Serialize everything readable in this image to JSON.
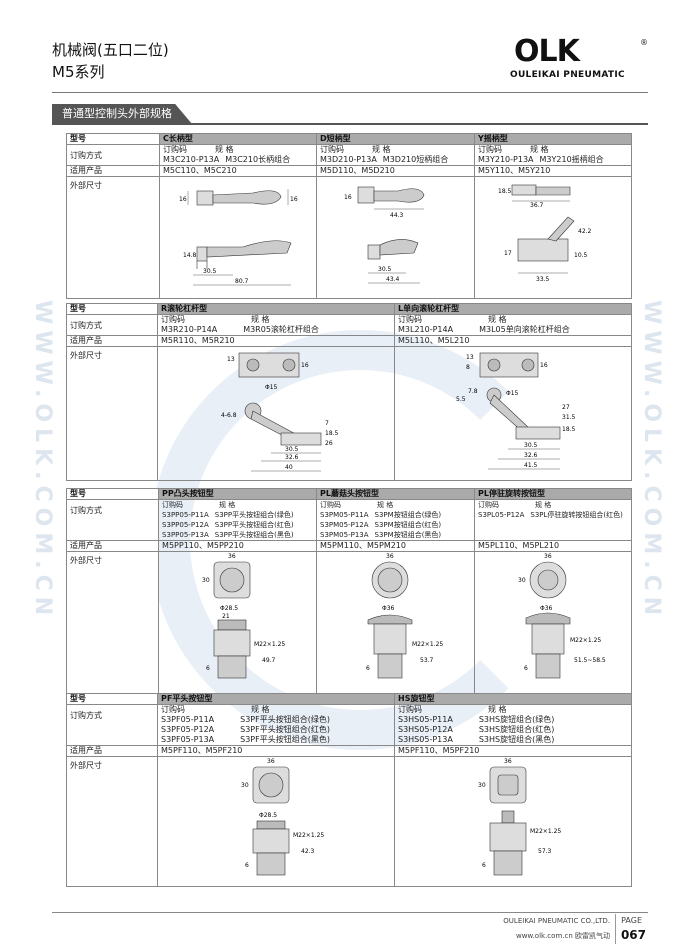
{
  "header": {
    "title": "机械阀(五口二位)",
    "series": "M5系列",
    "logo_text": "OLK",
    "logo_sub": "OULEIKAI PNEUMATIC",
    "logo_reg": "®"
  },
  "section": {
    "title": "普通型控制头外部规格"
  },
  "watermark": "WWW.OLK.COM.CN",
  "labels": {
    "model": "型号",
    "order": "订购方式",
    "products": "适用产品",
    "dims": "外部尺寸",
    "order_code": "订购码",
    "spec": "规 格"
  },
  "block1": {
    "types": [
      "C长柄型",
      "D短柄型",
      "Y摇柄型"
    ],
    "codes": [
      {
        "code": "M3C210-P13A",
        "spec": "M3C210长柄组合"
      },
      {
        "code": "M3D210-P13A",
        "spec": "M3D210短柄组合"
      },
      {
        "code": "M3Y210-P13A",
        "spec": "M3Y210摇柄组合"
      }
    ],
    "products": [
      "M5C110、M5C210",
      "M5D110、M5D210",
      "M5Y110、M5Y210"
    ],
    "dims": {
      "c": [
        "16",
        "16",
        "14.8",
        "30.5",
        "80.7"
      ],
      "d": [
        "16",
        "44.3",
        "30.5",
        "43.4"
      ],
      "y": [
        "18.5",
        "36.7",
        "42.2",
        "17",
        "10.5",
        "33.5"
      ]
    }
  },
  "block2": {
    "types": [
      "R滚轮杠杆型",
      "L单向滚轮杠杆型"
    ],
    "codes": [
      {
        "code": "M3R210-P14A",
        "spec": "M3R05滚轮杠杆组合"
      },
      {
        "code": "M3L210-P14A",
        "spec": "M3L05单向滚轮杠杆组合"
      }
    ],
    "products": [
      "M5R110、M5R210",
      "M5L110、M5L210"
    ],
    "dims": {
      "r": [
        "13",
        "16",
        "Φ15",
        "4-6.8",
        "7",
        "18.5",
        "26",
        "30.5",
        "32.6",
        "40"
      ],
      "l": [
        "13",
        "8",
        "16",
        "5.5",
        "7.8",
        "Φ15",
        "27",
        "31.5",
        "18.5",
        "30.5",
        "32.6",
        "41.5"
      ]
    }
  },
  "block3": {
    "types": [
      "PP凸头按钮型",
      "PL蘑菇头按钮型",
      "PL停驻旋转按钮型"
    ],
    "col1": [
      {
        "code": "S3PP05-P11A",
        "spec": "S3PP平头按钮组合(绿色)"
      },
      {
        "code": "S3PP05-P12A",
        "spec": "S3PP平头按钮组合(红色)"
      },
      {
        "code": "S3PP05-P13A",
        "spec": "S3PP平头按钮组合(黑色)"
      }
    ],
    "col2": [
      {
        "code": "S3PM05-P11A",
        "spec": "S3PM按钮组合(绿色)"
      },
      {
        "code": "S3PM05-P12A",
        "spec": "S3PM按钮组合(红色)"
      },
      {
        "code": "S3PM05-P13A",
        "spec": "S3PM按钮组合(黑色)"
      }
    ],
    "col3": [
      {
        "code": "S3PL05-P12A",
        "spec": "S3PL停驻旋转按钮组合(红色)"
      }
    ],
    "products": [
      "M5PP110、M5PP210",
      "M5PM110、M5PM210",
      "M5PL110、M5PL210"
    ],
    "dims": {
      "pp": [
        "36",
        "30",
        "Φ28.5",
        "21",
        "M22×1.25",
        "49.7",
        "6"
      ],
      "pm": [
        "36",
        "Φ36",
        "M22×1.25",
        "53.7",
        "6"
      ],
      "pl": [
        "36",
        "30",
        "Φ36",
        "M22×1.25",
        "51.5~58.5",
        "6"
      ]
    }
  },
  "block4": {
    "types": [
      "PF平头按钮型",
      "HS旋钮型"
    ],
    "col1": [
      {
        "code": "S3PF05-P11A",
        "spec": "S3PF平头按钮组合(绿色)"
      },
      {
        "code": "S3PF05-P12A",
        "spec": "S3PF平头按钮组合(红色)"
      },
      {
        "code": "S3PF05-P13A",
        "spec": "S3PF平头按钮组合(黑色)"
      }
    ],
    "col2": [
      {
        "code": "S3HS05-P11A",
        "spec": "S3HS旋钮组合(绿色)"
      },
      {
        "code": "S3HS05-P12A",
        "spec": "S3HS旋钮组合(红色)"
      },
      {
        "code": "S3HS05-P13A",
        "spec": "S3HS旋钮组合(黑色)"
      }
    ],
    "products": [
      "M5PF110、M5PF210",
      "M5PF110、M5PF210"
    ],
    "dims": {
      "pf": [
        "36",
        "30",
        "Φ28.5",
        "M22×1.25",
        "42.3",
        "6"
      ],
      "hs": [
        "36",
        "30",
        "M22×1.25",
        "57.3",
        "6"
      ]
    }
  },
  "footer": {
    "company": "OULEIKAI PNEUMATIC CO.,LTD.",
    "web": "www.olk.com.cn  欧雷凯气动",
    "page_label": "PAGE",
    "page": "067"
  }
}
